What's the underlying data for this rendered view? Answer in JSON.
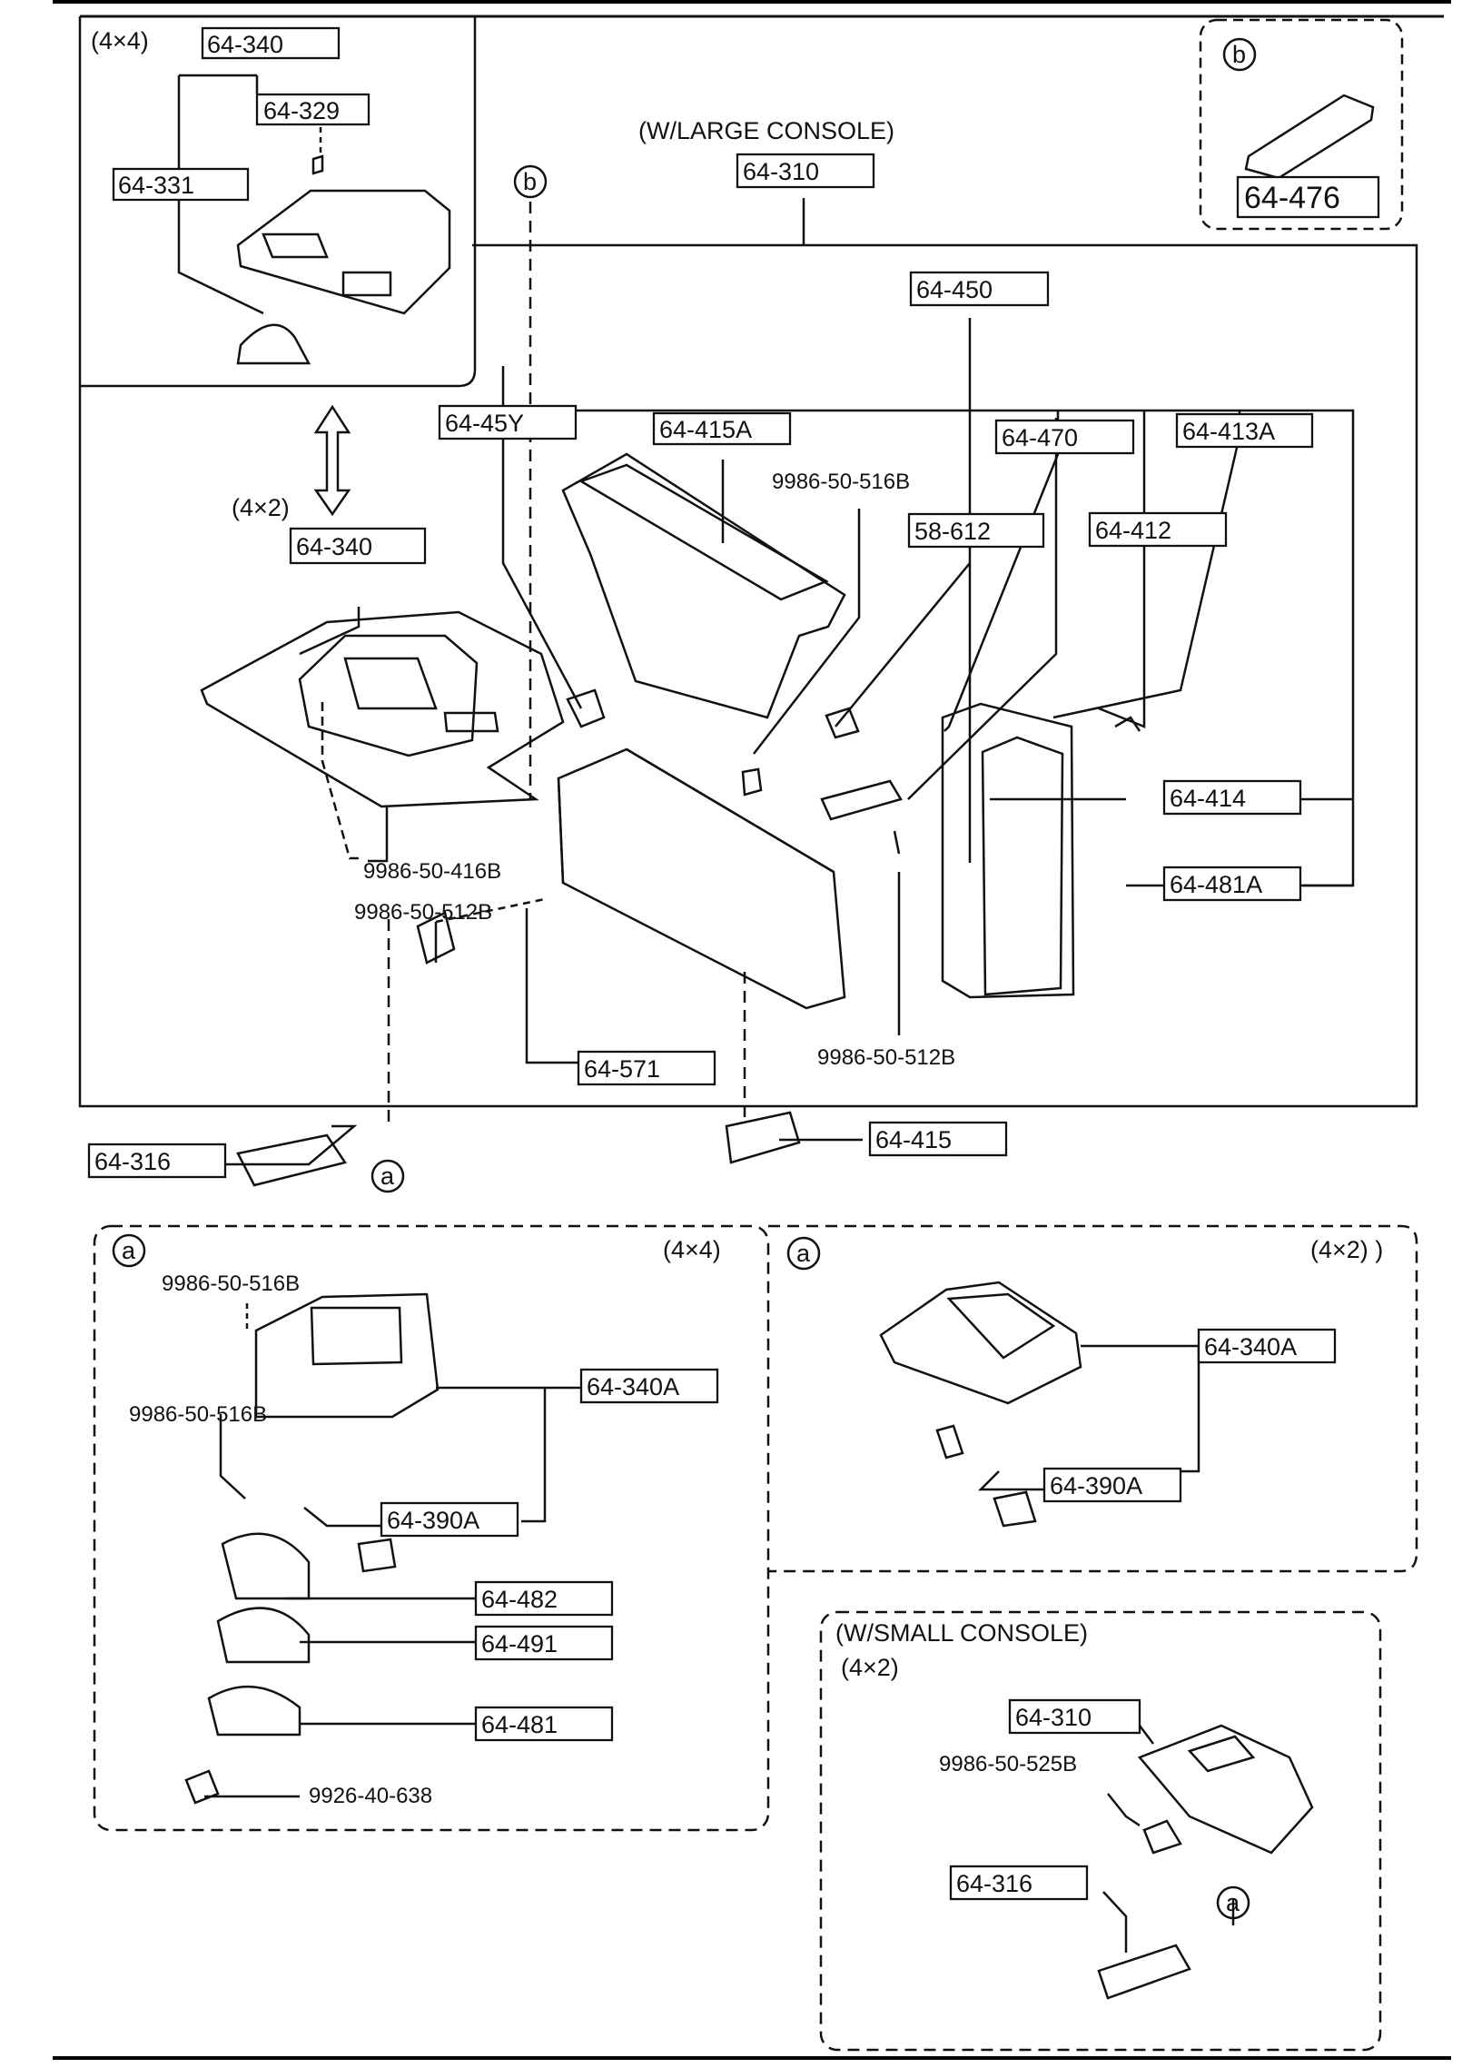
{
  "header": {
    "large_console": "(W/LARGE CONSOLE)",
    "small_console": "(W/SMALL CONSOLE)"
  },
  "variants": {
    "v4x4": "(4×4)",
    "v4x2": "(4×2)",
    "v4x2_paren": "(4×2) )"
  },
  "callouts": {
    "a": "a",
    "b": "b"
  },
  "parts": {
    "p64_340": "64-340",
    "p64_329": "64-329",
    "p64_331": "64-331",
    "p64_476": "64-476",
    "p64_310": "64-310",
    "p64_450": "64-450",
    "p64_45Y": "64-45Y",
    "p64_415A": "64-415A",
    "p64_470": "64-470",
    "p64_413A": "64-413A",
    "p9986_50_516B": "9986-50-516B",
    "p58_612": "58-612",
    "p64_412": "64-412",
    "p64_414": "64-414",
    "p64_481A": "64-481A",
    "p9986_50_416B": "9986-50-416B",
    "p9986_50_512B": "9986-50-512B",
    "p64_571": "64-571",
    "p64_316": "64-316",
    "p64_415": "64-415",
    "p64_340A": "64-340A",
    "p64_390A": "64-390A",
    "p64_482": "64-482",
    "p64_491": "64-491",
    "p64_481": "64-481",
    "p9926_40_638": "9926-40-638",
    "p9986_50_525B": "9986-50-525B"
  }
}
